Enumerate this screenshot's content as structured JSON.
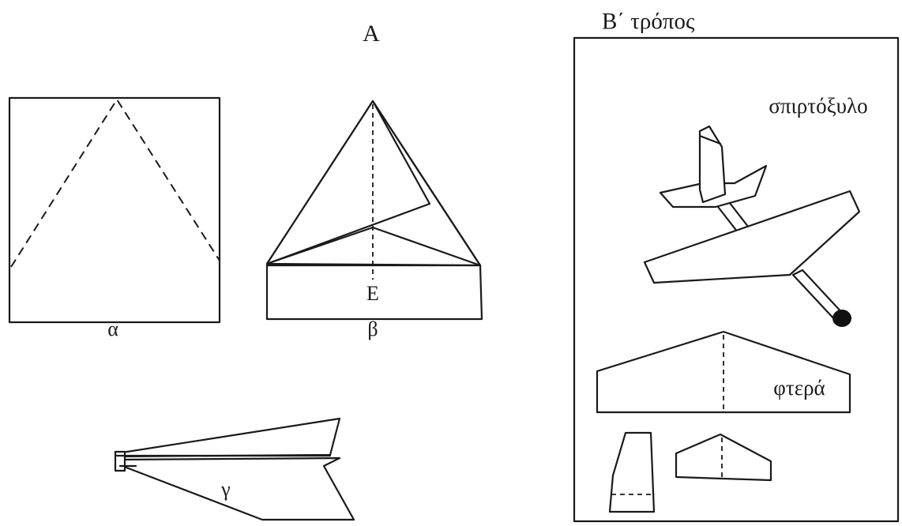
{
  "part_a": {
    "title": "A",
    "labels": {
      "alpha": "α",
      "beta": "β",
      "gamma": "γ",
      "point_e": "Ε"
    }
  },
  "part_b": {
    "title": "Β΄ τρόπος",
    "labels": {
      "matchstick": "σπιρτόξυλο",
      "wings": "φτερά"
    }
  }
}
